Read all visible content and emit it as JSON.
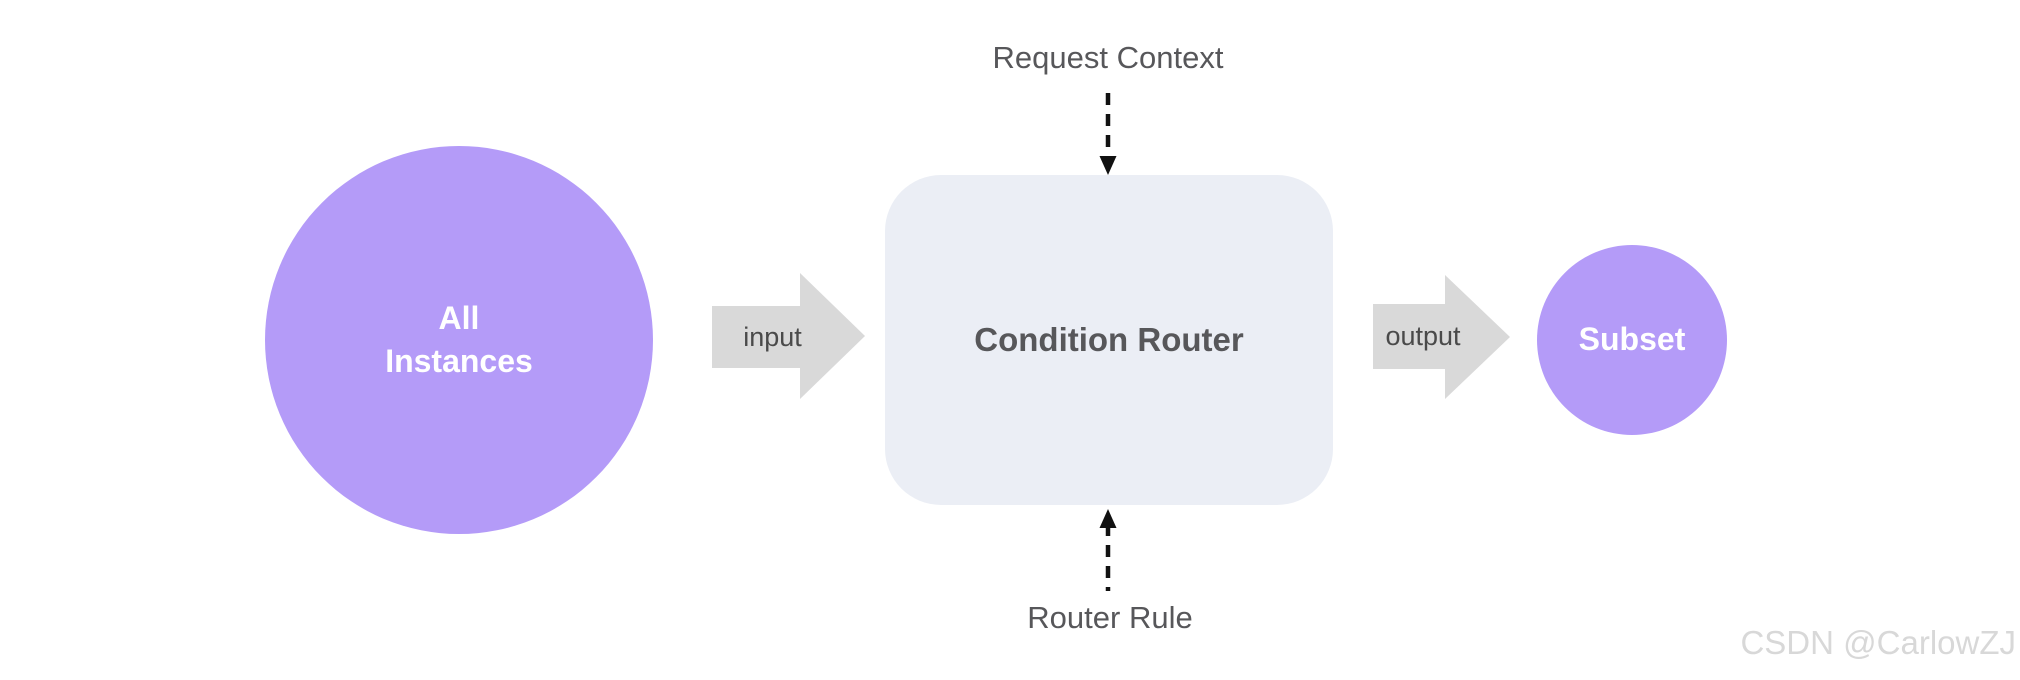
{
  "diagram": {
    "nodes": {
      "all_instances": {
        "label": "All\nInstances",
        "fill": "#b49bf8",
        "text_color": "#ffffff",
        "shape": "circle"
      },
      "condition_router": {
        "label": "Condition Router",
        "fill": "#ebeef5",
        "text_color": "#57575a",
        "shape": "rounded-rect"
      },
      "subset": {
        "label": "Subset",
        "fill": "#b49bf8",
        "text_color": "#ffffff",
        "shape": "circle"
      }
    },
    "flow_arrows": {
      "input": {
        "label": "input",
        "fill": "#d9d9d9",
        "label_color": "#4a4a4a",
        "from": "all_instances",
        "to": "condition_router"
      },
      "output": {
        "label": "output",
        "fill": "#d9d9d9",
        "label_color": "#4a4a4a",
        "from": "condition_router",
        "to": "subset"
      }
    },
    "annotations": {
      "request_context": {
        "label": "Request Context",
        "color": "#57575a",
        "arrow_style": "dashed",
        "arrow_color": "#111111",
        "points": "down into condition_router"
      },
      "router_rule": {
        "label": "Router Rule",
        "color": "#57575a",
        "arrow_style": "dashed",
        "arrow_color": "#111111",
        "points": "up into condition_router"
      }
    },
    "watermark": {
      "text": "CSDN @CarlowZJ",
      "color": "#d8d8d8"
    }
  }
}
